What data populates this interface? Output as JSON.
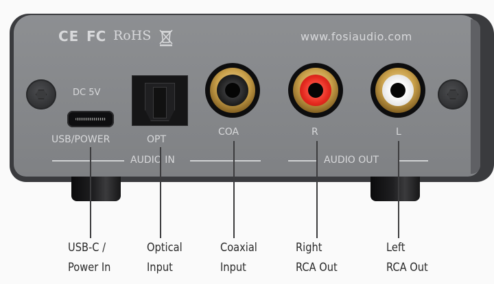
{
  "device": {
    "brand_website": "www.fosiaudio.com",
    "certifications": [
      "CE",
      "FC",
      "RoHS",
      "WEEE"
    ],
    "panel_color": "#88898c",
    "panel_labels": {
      "dc_rating": "DC 5V",
      "usb": "USB/POWER",
      "optical": "OPT",
      "coaxial": "COA",
      "right": "R",
      "left": "L",
      "audio_in_group": "AUDIO IN",
      "audio_out_group": "AUDIO OUT"
    },
    "ports": [
      {
        "id": "usb-c",
        "type": "USB-C",
        "color": "#0e0e10"
      },
      {
        "id": "optical",
        "type": "Toslink optical",
        "color": "#151516"
      },
      {
        "id": "coaxial",
        "type": "RCA",
        "insulator_color": "#1a1a1a"
      },
      {
        "id": "right-rca",
        "type": "RCA",
        "insulator_color": "#e3281e"
      },
      {
        "id": "left-rca",
        "type": "RCA",
        "insulator_color": "#f2f2f2"
      }
    ]
  },
  "callouts": [
    {
      "line1": "USB-C /",
      "line2": "Power In"
    },
    {
      "line1": "Optical",
      "line2": "Input"
    },
    {
      "line1": "Coaxial",
      "line2": "Input"
    },
    {
      "line1": "Right",
      "line2": "RCA Out"
    },
    {
      "line1": "Left",
      "line2": "RCA Out"
    }
  ]
}
